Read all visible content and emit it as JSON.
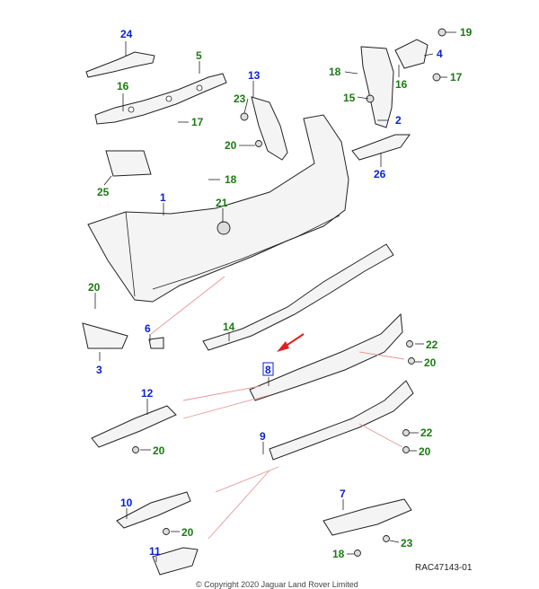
{
  "diagram": {
    "reference": "RAC47143-01",
    "copyright": "© Copyright 2020 Jaguar Land Rover Limited",
    "colors": {
      "callout_blue": "#0a22d6",
      "callout_green": "#1d7a14",
      "leader_red": "#e79898"
    },
    "callouts": {
      "c24": "24",
      "c5": "5",
      "c16a": "16",
      "c17a": "17",
      "c13": "13",
      "c23a": "23",
      "c20a": "20",
      "c18a": "18",
      "c15": "15",
      "c16b": "16",
      "c17b": "17",
      "c4": "4",
      "c19": "19",
      "c2": "2",
      "c26": "26",
      "c25": "25",
      "c18b": "18",
      "c1": "1",
      "c21": "21",
      "c20b": "20",
      "c6": "6",
      "c3": "3",
      "c14": "14",
      "c8": "8",
      "c22a": "22",
      "c20c": "20",
      "c12": "12",
      "c20d": "20",
      "c9": "9",
      "c22b": "22",
      "c20e": "20",
      "c7": "7",
      "c10": "10",
      "c20f": "20",
      "c11": "11",
      "c18c": "18",
      "c23b": "23"
    }
  }
}
